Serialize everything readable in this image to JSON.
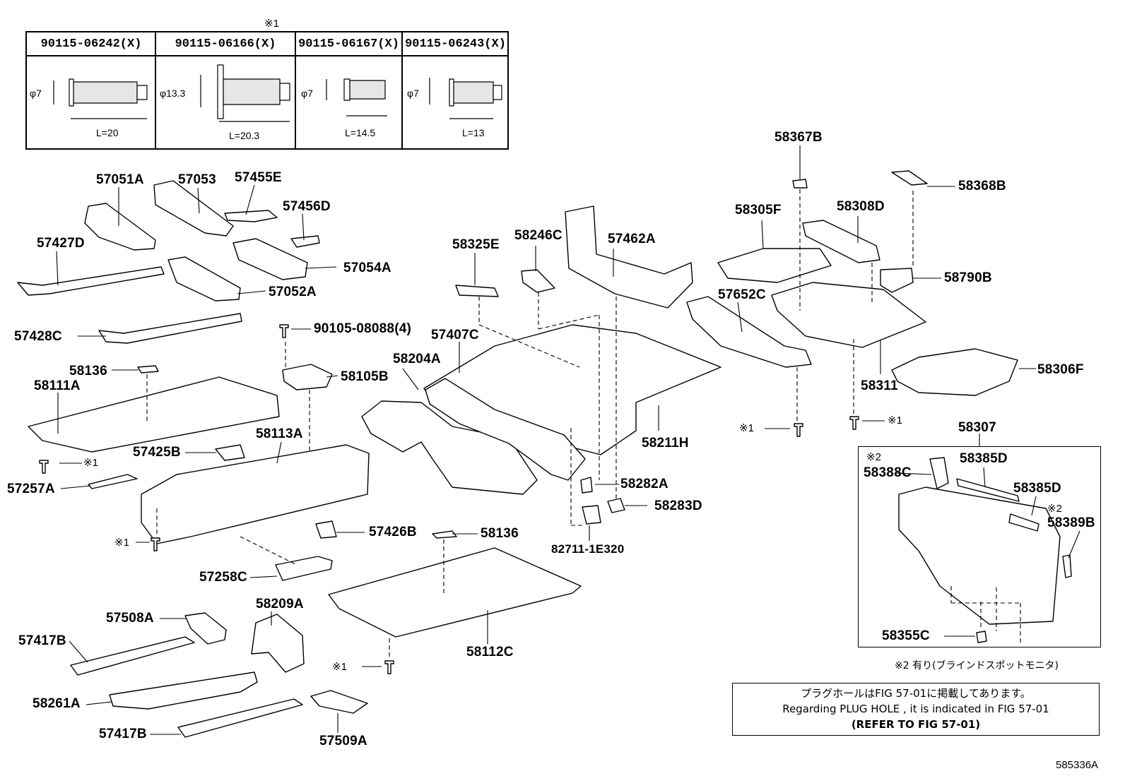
{
  "bolt_table": {
    "header_note": "※1",
    "columns": [
      {
        "part": "90115-06242(X)",
        "diameter": "φ7",
        "length": "L=20"
      },
      {
        "part": "90115-06166(X)",
        "diameter": "φ13.3",
        "length": "L=20.3"
      },
      {
        "part": "90115-06167(X)",
        "diameter": "φ7",
        "length": "L=14.5"
      },
      {
        "part": "90115-06243(X)",
        "diameter": "φ7",
        "length": "L=13"
      }
    ]
  },
  "labels": {
    "p57051A": "57051A",
    "p57053": "57053",
    "p57455E": "57455E",
    "p57456D": "57456D",
    "p57427D": "57427D",
    "p57054A": "57054A",
    "p57052A": "57052A",
    "p57428C": "57428C",
    "p90105": "90105-08088(4)",
    "p58136a": "58136",
    "p58105B": "58105B",
    "p58111A": "58111A",
    "p58113A": "58113A",
    "p57425B": "57425B",
    "p57257A": "57257A",
    "p57426B": "57426B",
    "p58136b": "58136",
    "p57258C": "57258C",
    "p58209A": "58209A",
    "p57508A": "57508A",
    "p57417Ba": "57417B",
    "p58112C": "58112C",
    "p58261A": "58261A",
    "p57417Bb": "57417B",
    "p57509A": "57509A",
    "p58325E": "58325E",
    "p58246C": "58246C",
    "p57462A": "57462A",
    "p57407C": "57407C",
    "p58204A": "58204A",
    "p58211H": "58211H",
    "p58282A": "58282A",
    "p58283D": "58283D",
    "p82711": "82711-1E320",
    "p58367B": "58367B",
    "p58368B": "58368B",
    "p58305F": "58305F",
    "p58308D": "58308D",
    "p58790B": "58790B",
    "p57652C": "57652C",
    "p58306F": "58306F",
    "p58311": "58311",
    "p58307": "58307",
    "p58388C": "58388C",
    "p58385Da": "58385D",
    "p58385Db": "58385D",
    "p58389B": "58389B",
    "p58355C": "58355C"
  },
  "marks": {
    "m1a": "※1",
    "m1b": "※1",
    "m1c": "※1",
    "m1d": "※1",
    "m1e": "※1",
    "m1f": "※1",
    "m2a": "※2",
    "m2b": "※2"
  },
  "notes": {
    "footnote2": "※2 有り(ブラインドスポットモニタ)",
    "plug_jp": "プラグホールはFIG 57-01に掲載してあります。",
    "plug_en": "Regarding PLUG HOLE , it is indicated in FIG 57-01",
    "plug_ref": "(REFER TO FIG 57-01)",
    "figure_id": "585336A"
  }
}
